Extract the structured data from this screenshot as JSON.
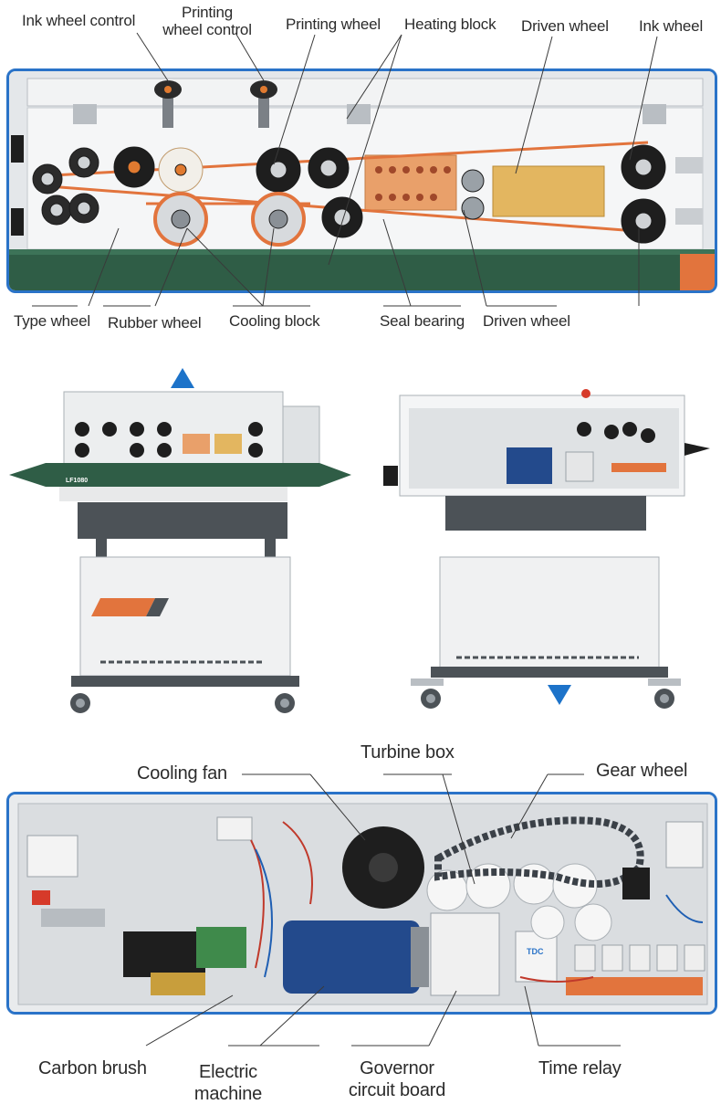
{
  "top_panel": {
    "labels_top": {
      "ink_wheel_control": "Ink wheel control",
      "printing_wheel_control_line1": "Printing",
      "printing_wheel_control_line2": "wheel control",
      "printing_wheel": "Printing wheel",
      "heating_block": "Heating block",
      "driven_wheel": "Driven wheel",
      "ink_wheel": "Ink wheel"
    },
    "labels_bottom": {
      "type_wheel": "Type wheel",
      "rubber_wheel": "Rubber wheel",
      "cooling_block": "Cooling block",
      "seal_bearing": "Seal bearing",
      "driven_wheel": "Driven wheel"
    }
  },
  "middle": {
    "model_plate": "LF1080",
    "up_arrow_icon": "triangle-up-icon",
    "down_arrow_icon": "triangle-down-icon"
  },
  "bottom_panel": {
    "labels_top": {
      "cooling_fan": "Cooling fan",
      "turbine_box": "Turbine box",
      "gear_wheel": "Gear wheel"
    },
    "labels_bottom": {
      "carbon_brush": "Carbon brush",
      "electric_machine_line1": "Electric",
      "electric_machine_line2": "machine",
      "governor_line1": "Governor",
      "governor_line2": "circuit board",
      "time_relay": "Time relay"
    },
    "relay_text": "TDC"
  },
  "colors": {
    "frame_blue": "#2a73c8",
    "arrow_blue": "#1d73c9",
    "belt_orange": "#e2743d",
    "heating_block": "#e9a06a",
    "driven_block": "#e3b660",
    "conveyor_green": "#2f5d46",
    "stand_gray": "#4c5257",
    "motor_blue": "#234a8c"
  }
}
